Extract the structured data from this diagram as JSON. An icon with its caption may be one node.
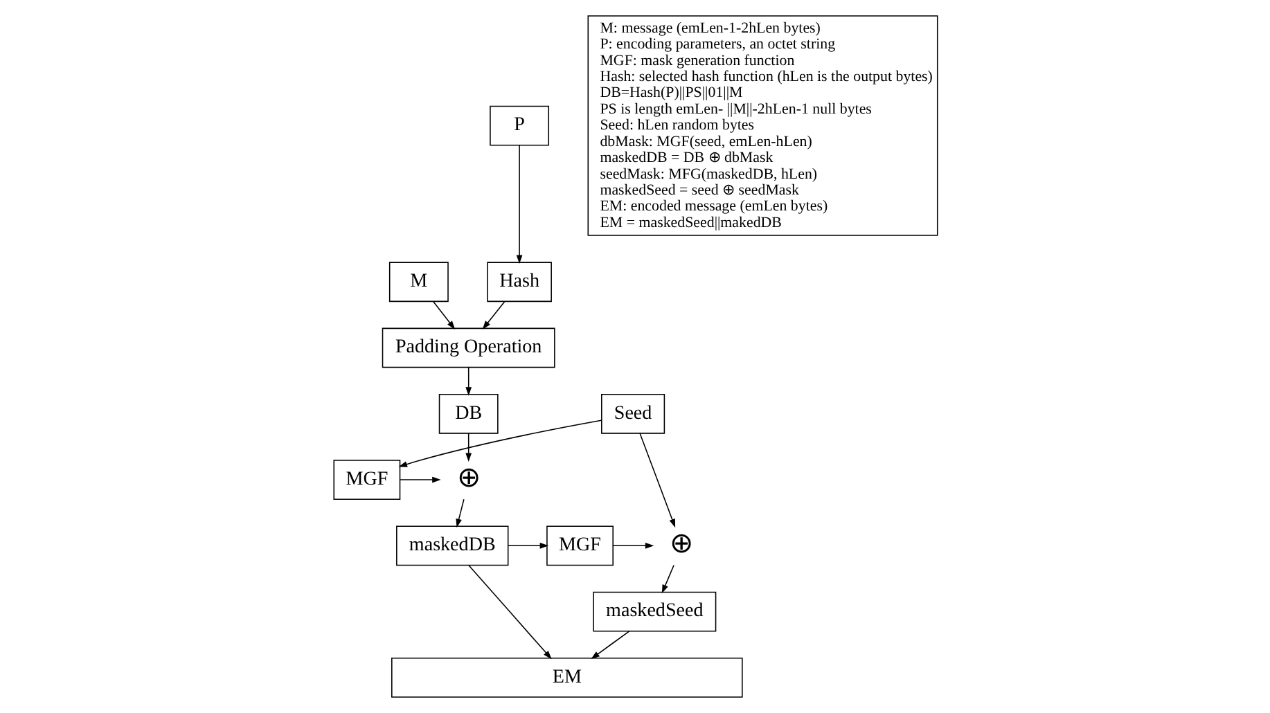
{
  "diagram": {
    "nodes": [
      {
        "text": [
          "Seed"
        ]
      },
      {
        "text": [
          "P"
        ]
      },
      {
        "text": [
          "M"
        ]
      },
      {
        "text": [
          "Hash"
        ]
      },
      {
        "text": [
          "Padding Operation"
        ]
      },
      {
        "text": [
          "DB"
        ]
      },
      {
        "text": [
          "MGF"
        ]
      },
      {
        "text": [
          "⊕"
        ]
      },
      {
        "text": [
          "maskedDB"
        ]
      },
      {
        "text": [
          "⊕"
        ]
      },
      {
        "text": [
          "MGF"
        ]
      },
      {
        "text": [
          "maskedSeed"
        ]
      },
      {
        "text": [
          "EM"
        ]
      },
      {
        "text": [
          "M: message (emLen-1-2hLen bytes)",
          "P: encoding parameters, an octet string",
          "MGF: mask generation function",
          "Hash: selected hash function (hLen is the output bytes)",
          "DB=Hash(P)||PS||01||M",
          "PS is length emLen- ||M||-2hLen-1 null bytes",
          "Seed: hLen random bytes",
          "dbMask: MGF(seed, emLen-hLen)",
          "maskedDB = DB ⊕ dbMask",
          "seedMask: MFG(maskedDB, hLen)",
          "maskedSeed = seed ⊕ seedMask",
          "EM: encoded message (emLen bytes)",
          "EM = maskedSeed||makedDB"
        ]
      }
    ],
    "edges": [
      {
        "from": 0,
        "to": 9,
        "arrow": "to"
      },
      {
        "from": 0,
        "to": 6,
        "arrow": "to"
      },
      {
        "from": 1,
        "to": 3,
        "arrow": "to"
      },
      {
        "from": 3,
        "to": 4,
        "arrow": "to"
      },
      {
        "from": 2,
        "to": 4,
        "arrow": "to"
      },
      {
        "from": 4,
        "to": 5,
        "arrow": "to"
      },
      {
        "from": 5,
        "to": 7,
        "arrow": "to"
      },
      {
        "from": 6,
        "to": 7,
        "arrow": "to"
      },
      {
        "from": 7,
        "to": 8,
        "arrow": "to"
      },
      {
        "from": 8,
        "to": 10,
        "arrow": "to"
      },
      {
        "from": 10,
        "to": 9,
        "arrow": "to"
      },
      {
        "from": 9,
        "to": 11,
        "arrow": "to"
      },
      {
        "from": 11,
        "to": 12,
        "arrow": "to"
      },
      {
        "from": 8,
        "to": 12,
        "arrow": "to"
      }
    ]
  }
}
